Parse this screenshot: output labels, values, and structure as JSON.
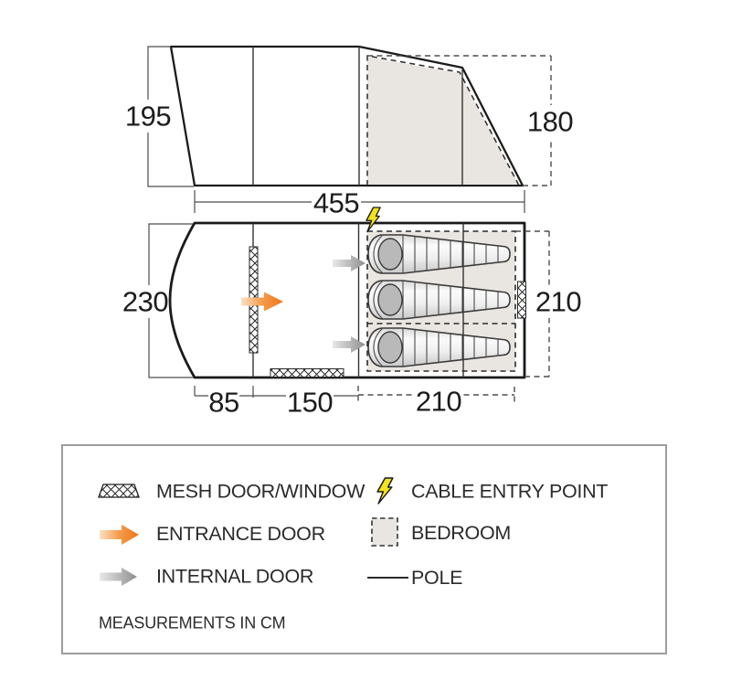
{
  "side_view": {
    "front_height": "195",
    "bedroom_height": "180",
    "length": "455"
  },
  "floor_plan": {
    "width": "230",
    "front_depth": "85",
    "living_depth": "150",
    "bedroom_depth": "210",
    "bedroom_width": "210",
    "sleeping_bags": 3
  },
  "legend": {
    "items": [
      {
        "icon": "mesh-swatch",
        "label": "MESH DOOR/WINDOW"
      },
      {
        "icon": "entrance-arrow",
        "label": "ENTRANCE DOOR"
      },
      {
        "icon": "internal-arrow",
        "label": "INTERNAL DOOR"
      },
      {
        "icon": "cable-bolt",
        "label": "CABLE ENTRY POINT"
      },
      {
        "icon": "bedroom-swatch",
        "label": "BEDROOM"
      },
      {
        "icon": "pole-line",
        "label": "POLE"
      }
    ],
    "note": "MEASUREMENTS IN CM"
  },
  "colors": {
    "entrance_orange": "#ee7617",
    "internal_gray": "#949494",
    "cable_yellow": "#f2e31c",
    "bedroom_fill": "#e9e6e2",
    "outline": "#1c1c1c",
    "legend_border": "#9c9c9c"
  }
}
